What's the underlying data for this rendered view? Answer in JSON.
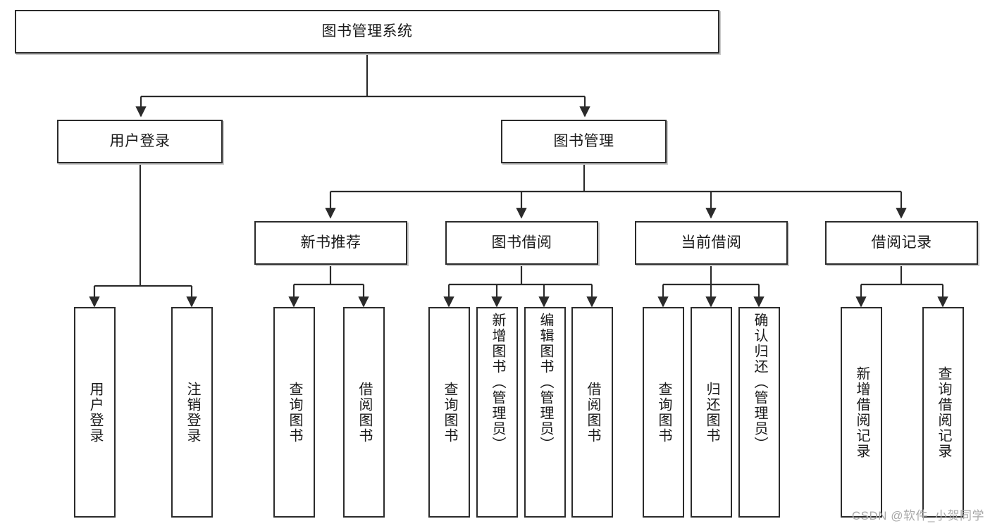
{
  "diagram": {
    "title": "图书管理系统",
    "type": "tree-hierarchy",
    "watermark": "CSDN @软件_小贺同学",
    "colors": {
      "border": "#2b2b2b",
      "background": "#ffffff",
      "text": "#1a1a1a",
      "watermark": "#a8a8a8",
      "shadow": "#c9c9c9"
    },
    "root": {
      "label": "图书管理系统"
    },
    "level2": [
      {
        "label": "用户登录"
      },
      {
        "label": "图书管理"
      }
    ],
    "level3": [
      {
        "label": "新书推荐"
      },
      {
        "label": "图书借阅"
      },
      {
        "label": "当前借阅"
      },
      {
        "label": "借阅记录"
      }
    ],
    "leaves": {
      "user_login": [
        {
          "label": "用户登录"
        },
        {
          "label": "注销登录"
        }
      ],
      "new_book_recommend": [
        {
          "label": "查询图书"
        },
        {
          "label": "借阅图书"
        }
      ],
      "book_borrow": [
        {
          "label": "查询图书"
        },
        {
          "label": "新增图书（管理员）"
        },
        {
          "label": "编辑图书（管理员）"
        },
        {
          "label": "借阅图书"
        }
      ],
      "current_borrow": [
        {
          "label": "查询图书"
        },
        {
          "label": "归还图书"
        },
        {
          "label": "确认归还（管理员）"
        }
      ],
      "borrow_record": [
        {
          "label": "新增借阅记录"
        },
        {
          "label": "查询借阅记录"
        }
      ]
    }
  }
}
